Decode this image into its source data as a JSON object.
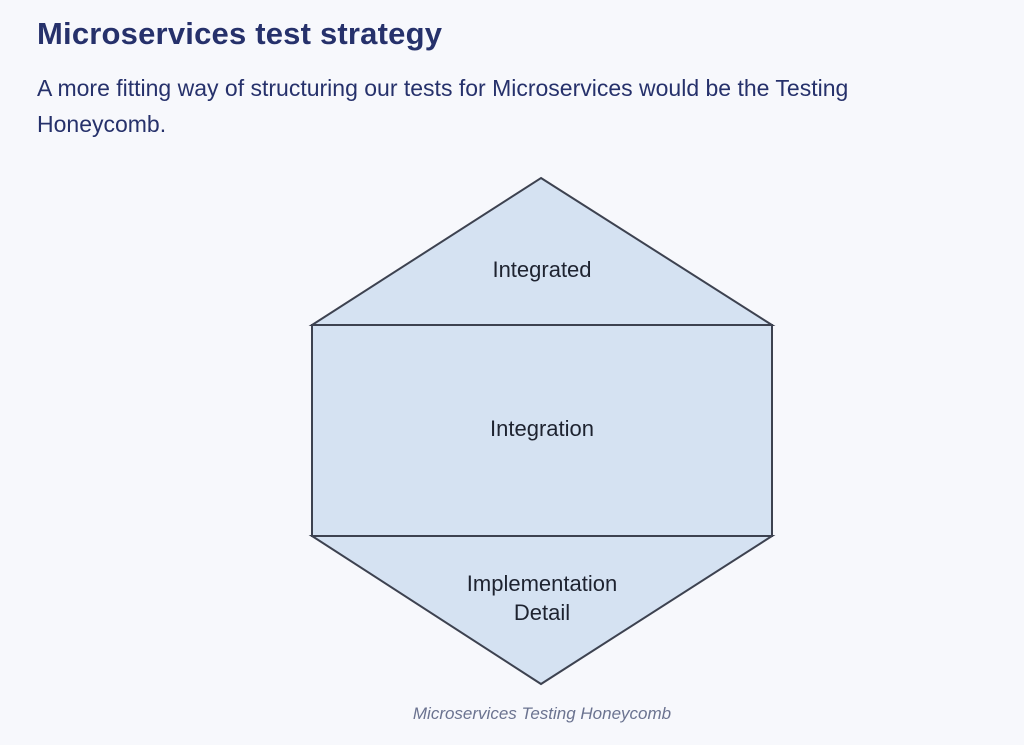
{
  "heading": "Microservices test strategy",
  "intro": "A more fitting way of structuring our tests for Microservices would be the Testing Honeycomb.",
  "diagram": {
    "top_label": "Integrated",
    "middle_label": "Integration",
    "bottom_label_line1": "Implementation",
    "bottom_label_line2": "Detail",
    "fill_color": "#d5e2f2",
    "stroke_color": "#3d4250"
  },
  "caption": "Microservices Testing Honeycomb"
}
